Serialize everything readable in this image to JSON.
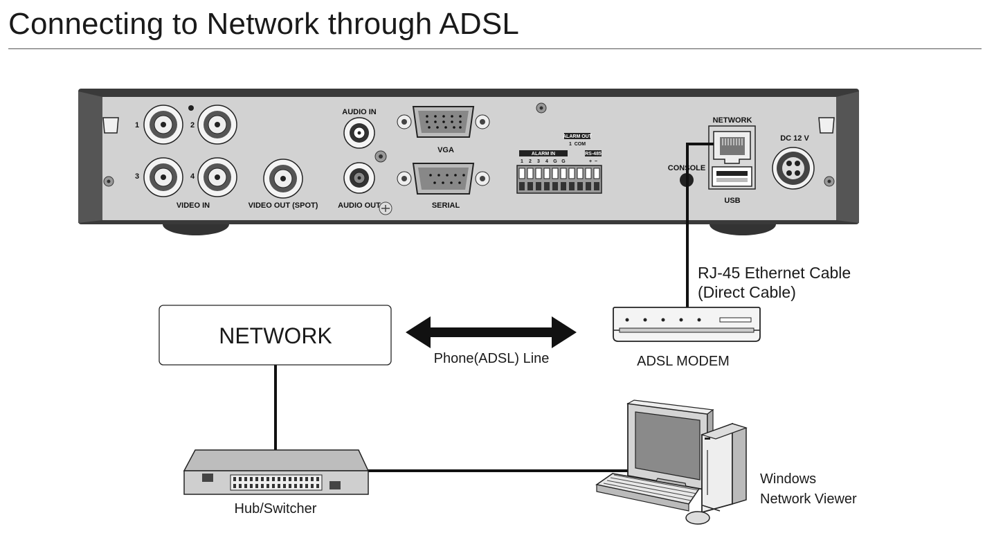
{
  "title": "Connecting to Network through ADSL",
  "dvr": {
    "channel_labels": [
      "1",
      "2",
      "3",
      "4"
    ],
    "video_in": "VIDEO IN",
    "video_out_spot": "VIDEO OUT (SPOT)",
    "audio_in": "AUDIO IN",
    "audio_out": "AUDIO OUT",
    "vga": "VGA",
    "serial": "SERIAL",
    "alarm_in": "ALARM IN",
    "alarm_in_pins": [
      "1",
      "2",
      "3",
      "4",
      "G",
      "G"
    ],
    "alarm_out": "ALARM OUT",
    "alarm_out_pins": "1  COM",
    "rs485": "RS-485",
    "rs485_pins": "+  −",
    "console": "CONSOLE",
    "network": "NETWORK",
    "usb": "USB",
    "dc": "DC 12 V"
  },
  "labels": {
    "cable_line1": "RJ-45 Ethernet Cable",
    "cable_line2": "(Direct Cable)",
    "network_box": "NETWORK",
    "phone_line": "Phone(ADSL) Line",
    "modem": "ADSL MODEM",
    "hub": "Hub/Switcher",
    "viewer_line1": "Windows",
    "viewer_line2": "Network Viewer"
  }
}
